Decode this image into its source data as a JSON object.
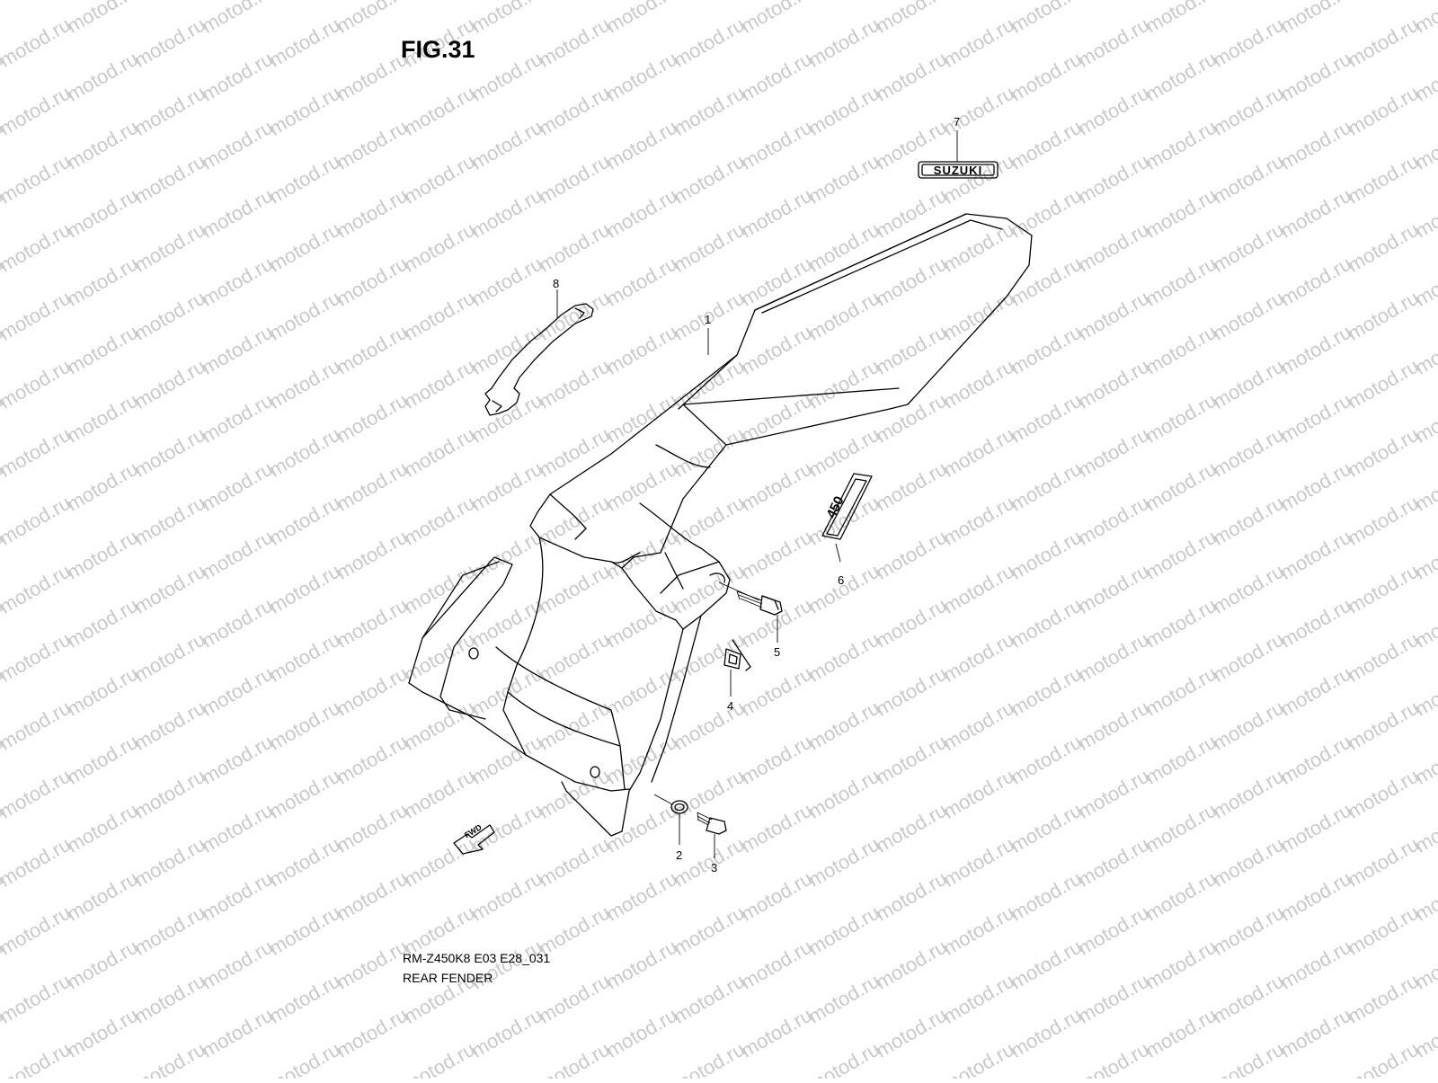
{
  "figure": {
    "title": "FIG.31",
    "model_code": "RM-Z450K8 E03 E28_031",
    "caption": "REAR FENDER"
  },
  "watermark_text": "motod.ru",
  "emblem_text": "SUZUKI",
  "decal_text": "450",
  "fwd_label": "FWD",
  "callouts": [
    {
      "id": "1",
      "label": "1"
    },
    {
      "id": "2",
      "label": "2"
    },
    {
      "id": "3",
      "label": "3"
    },
    {
      "id": "4",
      "label": "4"
    },
    {
      "id": "5",
      "label": "5"
    },
    {
      "id": "6",
      "label": "6"
    },
    {
      "id": "7",
      "label": "7"
    },
    {
      "id": "8",
      "label": "8"
    }
  ],
  "colors": {
    "line": "#000000",
    "watermark": "#c9c9c9",
    "background": "#ffffff"
  }
}
